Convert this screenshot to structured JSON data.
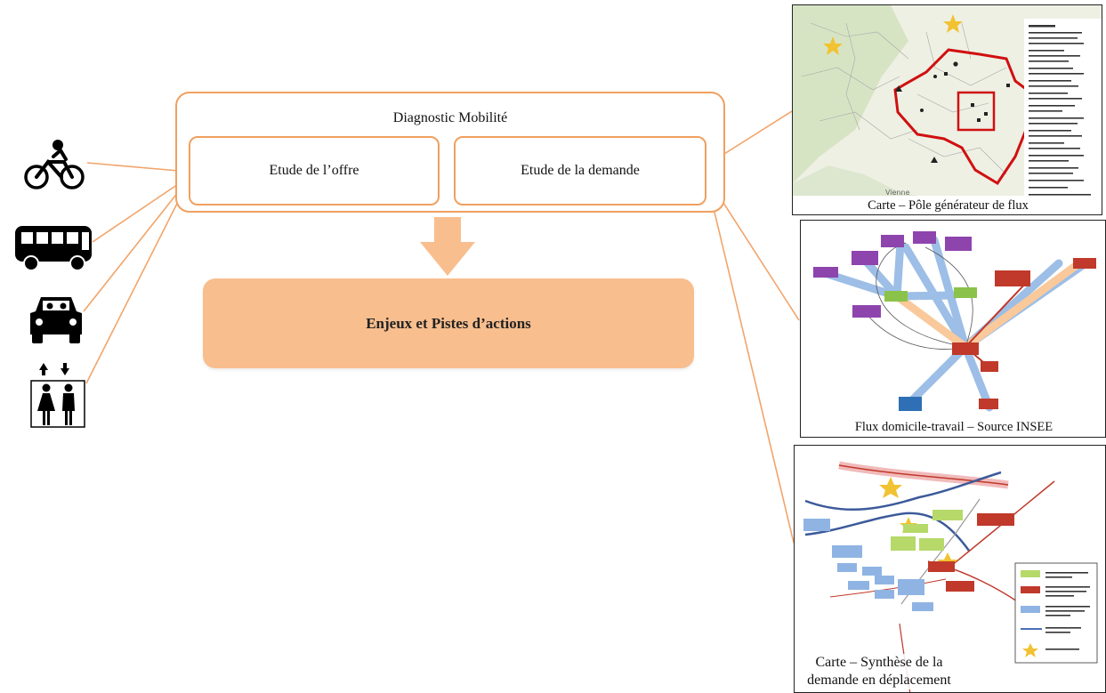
{
  "diagram": {
    "title": "Diagnostic Mobilité",
    "offer_label": "Etude de l’offre",
    "demand_label": "Etude de la demande",
    "outcome_label": "Enjeux et Pistes d’actions"
  },
  "modes": [
    {
      "icon": "bicycle-icon"
    },
    {
      "icon": "bus-icon"
    },
    {
      "icon": "car-icon"
    },
    {
      "icon": "pedestrian-icon"
    }
  ],
  "panels": {
    "map1": {
      "caption": "Carte – Pôle générateur de flux",
      "place": "Vienne"
    },
    "flux": {
      "caption": "Flux domicile-travail – Source INSEE"
    },
    "map2": {
      "caption_line1": "Carte – Synthèse de la",
      "caption_line2": "demande en déplacement"
    }
  },
  "colors": {
    "accent": "#f0a060",
    "outcome_fill": "#f9be8e",
    "connector": "#f2a46a"
  }
}
